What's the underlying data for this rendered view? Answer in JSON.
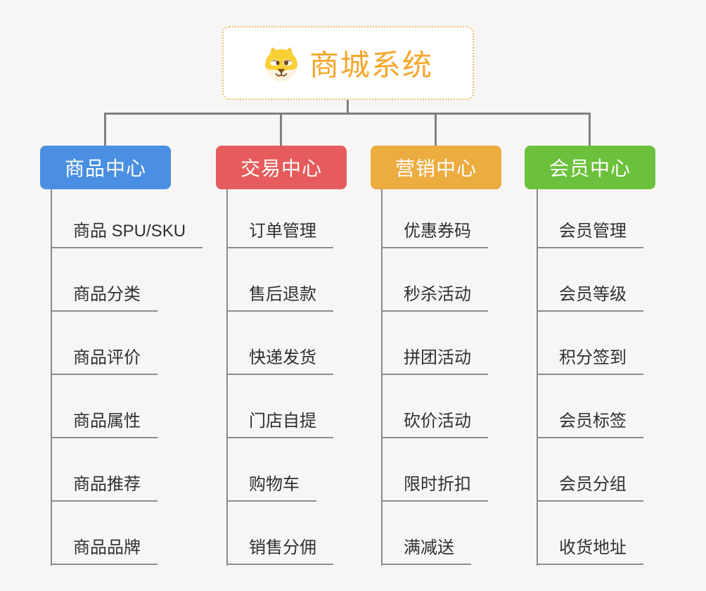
{
  "page": {
    "background_color": "#f7f6f5",
    "connector_color": "#7f7f7f",
    "underline_color": "#8c8c8c",
    "child_text_color": "#303030"
  },
  "root": {
    "title": "商城系统",
    "icon": "shiba-dog-face-icon",
    "text_color": "#f7a62b",
    "border_color": "#f0bd66"
  },
  "branches": [
    {
      "label": "商品中心",
      "color": "#4a8fe2",
      "children": [
        "商品 SPU/SKU",
        "商品分类",
        "商品评价",
        "商品属性",
        "商品推荐",
        "商品品牌"
      ]
    },
    {
      "label": "交易中心",
      "color": "#e65c5c",
      "children": [
        "订单管理",
        "售后退款",
        "快递发货",
        "门店自提",
        "购物车",
        "销售分佣"
      ]
    },
    {
      "label": "营销中心",
      "color": "#ecac40",
      "children": [
        "优惠券码",
        "秒杀活动",
        "拼团活动",
        "砍价活动",
        "限时折扣",
        "满减送"
      ]
    },
    {
      "label": "会员中心",
      "color": "#6cc13c",
      "children": [
        "会员管理",
        "会员等级",
        "积分签到",
        "会员标签",
        "会员分组",
        "收货地址"
      ]
    }
  ]
}
